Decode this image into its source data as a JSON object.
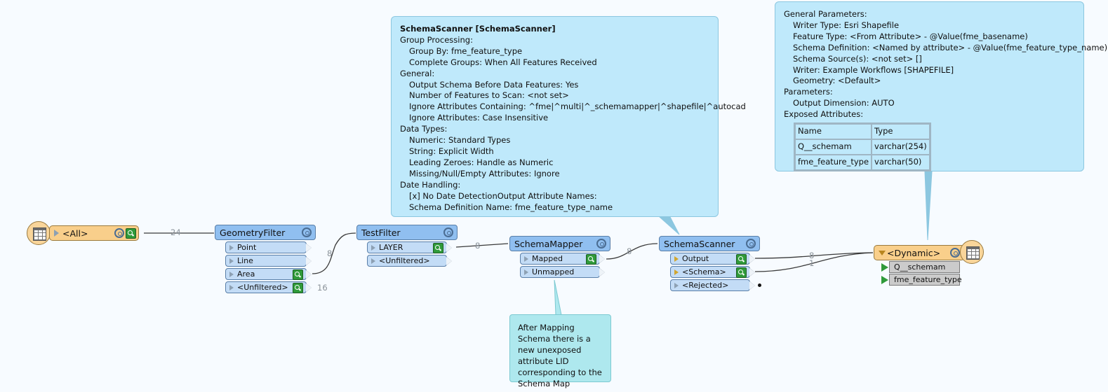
{
  "colors": {
    "transformer": "#90bff0",
    "port": "#c3dcf6",
    "reader_writer": "#f9cf8b",
    "note": "#bfe9fb",
    "note_green": "#aee8ee",
    "inspect": "#2f9a3a"
  },
  "reader": {
    "label": "<All>"
  },
  "transformers": {
    "geometry_filter": {
      "title": "GeometryFilter",
      "ports": [
        "Point",
        "Line",
        "Area",
        "<Unfiltered>"
      ]
    },
    "test_filter": {
      "title": "TestFilter",
      "ports": [
        "LAYER",
        "<Unfiltered>"
      ]
    },
    "schema_mapper": {
      "title": "SchemaMapper",
      "ports": [
        "Mapped",
        "Unmapped"
      ]
    },
    "schema_scanner": {
      "title": "SchemaScanner",
      "ports": [
        "Output",
        "<Schema>",
        "<Rejected>"
      ]
    }
  },
  "writer": {
    "label": "<Dynamic>",
    "attributes": [
      "Q__schemam",
      "fme_feature_type"
    ]
  },
  "counts": {
    "reader_to_gf": "24",
    "area_to_tf": "8",
    "unfiltered_gf": "16",
    "tf_to_sm": "8",
    "sm_to_ss": "8",
    "output_to_writer": "8",
    "schema_to_writer": "1"
  },
  "scanner_note": {
    "title": "SchemaScanner [SchemaScanner]",
    "lines": [
      {
        "text": "Group Processing:",
        "indent": 0
      },
      {
        "text": "Group By: fme_feature_type",
        "indent": 1
      },
      {
        "text": "Complete Groups: When All Features Received",
        "indent": 1
      },
      {
        "text": "General:",
        "indent": 0
      },
      {
        "text": "Output Schema Before Data Features: Yes",
        "indent": 1
      },
      {
        "text": "Number of Features to Scan: <not set>",
        "indent": 1
      },
      {
        "text": "Ignore Attributes Containing: ^fme|^multi|^_schemamapper|^shapefile|^autocad",
        "indent": 1
      },
      {
        "text": "Ignore Attributes: Case Insensitive",
        "indent": 1
      },
      {
        "text": "Data Types:",
        "indent": 0
      },
      {
        "text": "Numeric: Standard Types",
        "indent": 1
      },
      {
        "text": "String: Explicit Width",
        "indent": 1
      },
      {
        "text": "Leading Zeroes: Handle as Numeric",
        "indent": 1
      },
      {
        "text": "Missing/Null/Empty Attributes: Ignore",
        "indent": 1
      },
      {
        "text": "Date Handling:",
        "indent": 0
      },
      {
        "text": "[x] No Date DetectionOutput Attribute Names:",
        "indent": 1
      },
      {
        "text": "Schema Definition Name: fme_feature_type_name",
        "indent": 1
      }
    ]
  },
  "writer_note": {
    "lines": [
      {
        "text": "General Parameters:",
        "indent": 0
      },
      {
        "text": "Writer Type: Esri Shapefile",
        "indent": 1
      },
      {
        "text": "Feature Type: <From Attribute> - @Value(fme_basename)",
        "indent": 1
      },
      {
        "text": "Schema Definition: <Named by attribute> - @Value(fme_feature_type_name)",
        "indent": 1
      },
      {
        "text": "Schema Source(s): <not set> []",
        "indent": 1
      },
      {
        "text": "Writer: Example Workflows [SHAPEFILE]",
        "indent": 1
      },
      {
        "text": "Geometry: <Default>",
        "indent": 1
      },
      {
        "text": "Parameters:",
        "indent": 0
      },
      {
        "text": "Output Dimension: AUTO",
        "indent": 1
      },
      {
        "text": "Exposed Attributes:",
        "indent": 0
      }
    ],
    "table": {
      "headers": [
        "Name",
        "Type"
      ],
      "rows": [
        [
          "Q__schemam",
          "varchar(254)"
        ],
        [
          "fme_feature_type",
          "varchar(50)"
        ]
      ]
    }
  },
  "mapper_note": {
    "text": "After Mapping Schema there is a new unexposed attribute LID corresponding to the Schema Map"
  }
}
